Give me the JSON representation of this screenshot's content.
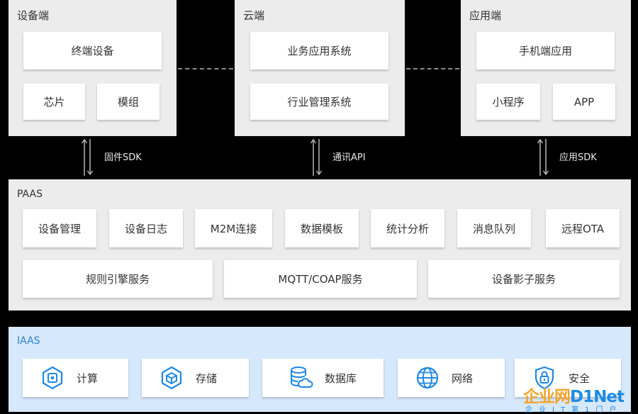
{
  "device_end": {
    "title": "设备端",
    "terminal": "终端设备",
    "chip": "芯片",
    "module": "模组"
  },
  "cloud_end": {
    "title": "云端",
    "business": "业务应用系统",
    "industry": "行业管理系统"
  },
  "app_end": {
    "title": "应用端",
    "mobile": "手机端应用",
    "miniprogram": "小程序",
    "app": "APP"
  },
  "connectors": {
    "firmware_sdk": "固件SDK",
    "comm_api": "通讯API",
    "app_sdk": "应用SDK"
  },
  "paas": {
    "title": "PAAS",
    "row1": [
      "设备管理",
      "设备日志",
      "M2M连接",
      "数据模板",
      "统计分析",
      "消息队列",
      "远程OTA"
    ],
    "row2": [
      "规则引擎服务",
      "MQTT/COAP服务",
      "设备影子服务"
    ]
  },
  "iaas": {
    "title": "IAAS",
    "items": [
      {
        "label": "计算",
        "icon": "compute-icon"
      },
      {
        "label": "存储",
        "icon": "storage-icon"
      },
      {
        "label": "数据库",
        "icon": "database-icon"
      },
      {
        "label": "网络",
        "icon": "network-icon"
      },
      {
        "label": "安全",
        "icon": "security-icon"
      }
    ]
  },
  "watermark": {
    "logo_part1": "企业网",
    "logo_part2": "D1Net",
    "subtitle": "企业IT第1门户"
  },
  "colors": {
    "background": "#000000",
    "panel": "#ececec",
    "box": "#ffffff",
    "iaas_panel": "#d6e8fb",
    "icon_blue": "#1e88e5",
    "watermark_orange": "#f5a32b",
    "watermark_blue": "#1d8be3"
  }
}
